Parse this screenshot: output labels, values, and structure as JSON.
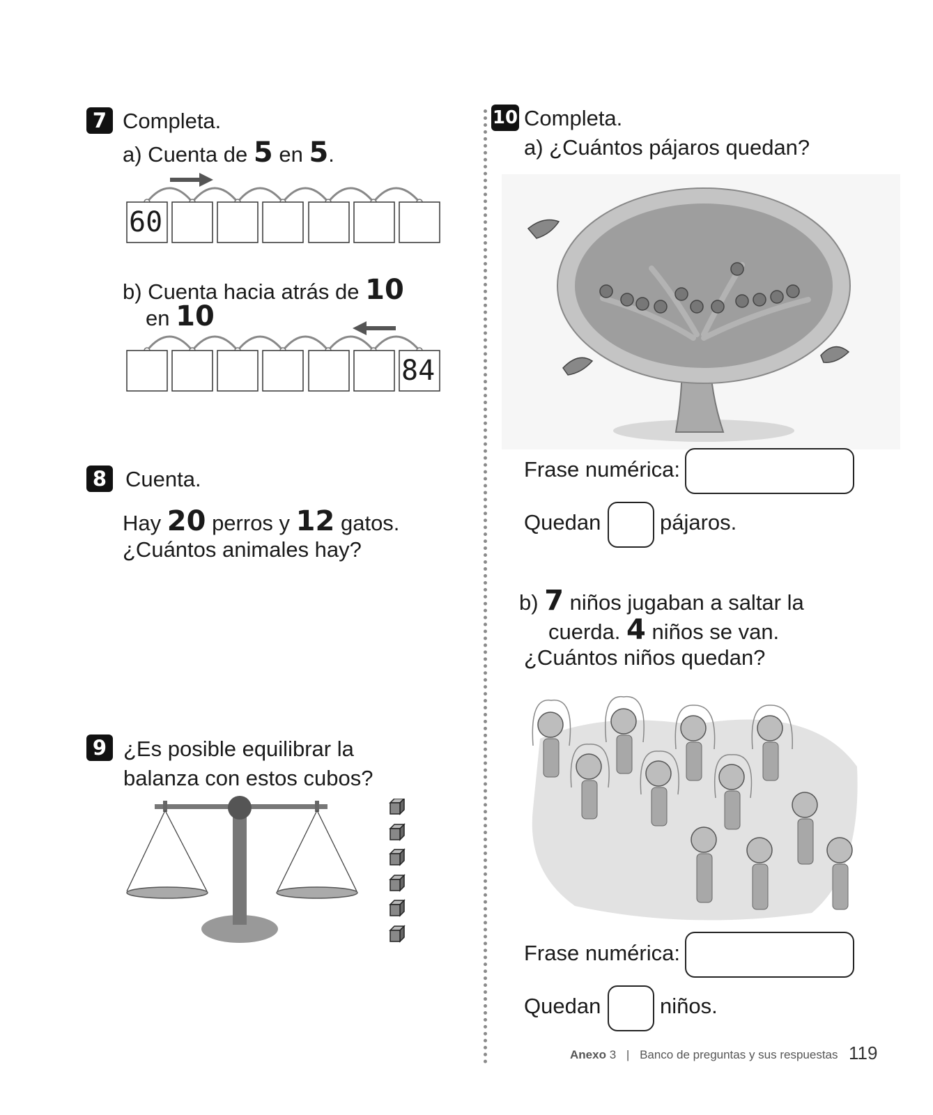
{
  "q7": {
    "number": "7",
    "instruction": "Completa.",
    "a_prefix": "a) Cuenta de",
    "a_num1": "5",
    "a_mid": "en",
    "a_num2": "5",
    "a_suffix": ".",
    "a_start": "60",
    "b_prefix": "b) Cuenta hacia atrás de",
    "b_num1": "10",
    "b_mid": "en",
    "b_num2": "10",
    "b_end": "84"
  },
  "q8": {
    "number": "8",
    "instruction": "Cuenta.",
    "l1_a": "Hay",
    "l1_n1": "20",
    "l1_b": "perros y",
    "l1_n2": "12",
    "l1_c": "gatos.",
    "l2": "¿Cuántos animales hay?"
  },
  "q9": {
    "number": "9",
    "line1": "¿Es posible equilibrar la",
    "line2": "balanza con estos cubos?",
    "cube_count": 6
  },
  "q10": {
    "number": "10",
    "instruction": "Completa.",
    "a_question": "a) ¿Cuántos pájaros quedan?",
    "frase_label": "Frase numérica:",
    "quedan": "Quedan",
    "a_unit": "pájaros.",
    "b_label": "b)",
    "b_num1": "7",
    "b_l1": "niños jugaban a saltar la",
    "b_l2a": "cuerda.",
    "b_num2": "4",
    "b_l2b": "niños se van.",
    "b_q": "¿Cuántos niños quedan?",
    "b_unit": "niños."
  },
  "footer": {
    "anexo_bold": "Anexo",
    "anexo_num": "3",
    "sep": "|",
    "section": "Banco de preguntas y sus respuestas",
    "page": "119"
  }
}
